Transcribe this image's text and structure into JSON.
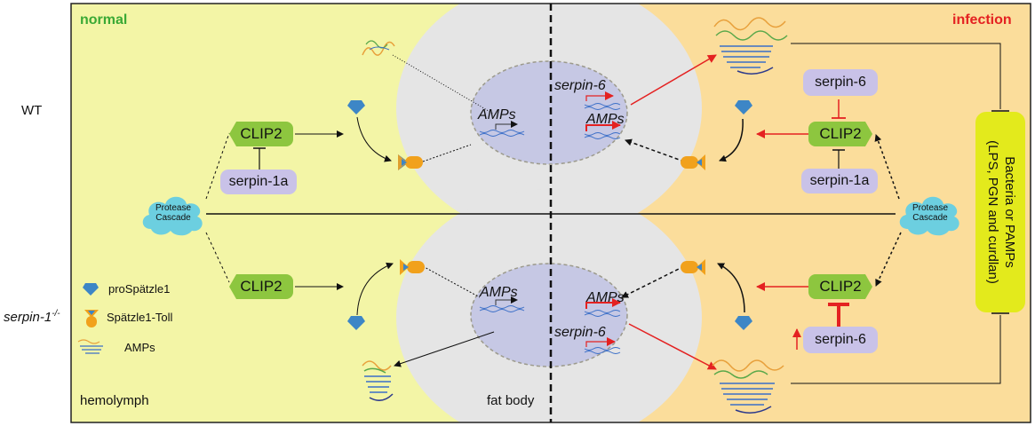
{
  "row_labels": {
    "top": "WT",
    "bottom_main": "serpin-1",
    "bottom_sup": "-/-"
  },
  "corners": {
    "normal": "normal",
    "infection": "infection",
    "hemolymph": "hemolymph",
    "fat_body": "fat body"
  },
  "clip": "CLIP2",
  "serpins": {
    "serpin1a": "serpin-1a",
    "serpin6": "serpin-6"
  },
  "genes": {
    "amps": "AMPs",
    "serpin6": "serpin-6"
  },
  "protease_cascade": {
    "line1": "Protease",
    "line2": "Cascade"
  },
  "pamps": {
    "line1": "Bacteria or PAMPs",
    "line2": "(LPS, PGN and curdlan)"
  },
  "legend": [
    {
      "icon": "prospatzle-icon",
      "label": "proSpätzle1"
    },
    {
      "icon": "spatzle-toll-icon",
      "label": "Spätzle1-Toll"
    },
    {
      "icon": "amps-icon",
      "label": "AMPs"
    }
  ],
  "colors": {
    "normal_bg": "#f3f5a6",
    "infection_bg": "#fbdd9b",
    "fat_body": "#e5e5e5",
    "nucleus": "#c6c8e4",
    "clip": "#8dc63f",
    "serpin": "#c9c2e8",
    "cloud": "#6ccfe0",
    "pamps": "#e3ea1c",
    "red": "#e42121",
    "normal_label": "#3aa935",
    "infection_label": "#e42121"
  }
}
